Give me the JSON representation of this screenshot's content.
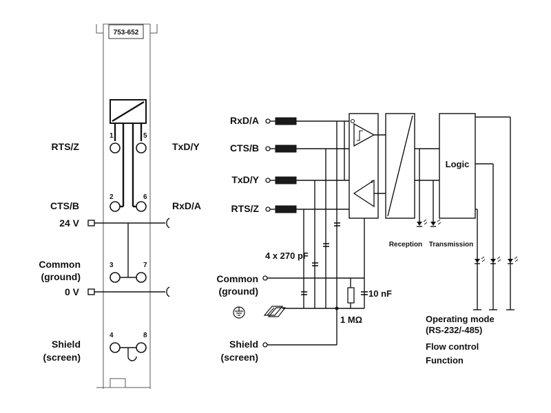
{
  "module": {
    "part_number": "753-652"
  },
  "left_terminals": {
    "rts_z": "RTS/Z",
    "txd_y": "TxD/Y",
    "cts_b": "CTS/B",
    "rxd_a": "RxD/A",
    "supply_24v": "24 V",
    "common": "Common",
    "ground": "(ground)",
    "zero_v": "0 V",
    "shield": "Shield",
    "screen": "(screen)",
    "pins": [
      "1",
      "5",
      "2",
      "6",
      "3",
      "7",
      "4",
      "8"
    ]
  },
  "schematic": {
    "inputs": [
      "RxD/A",
      "CTS/B",
      "TxD/Y",
      "RTS/Z"
    ],
    "common": "Common",
    "ground": "(ground)",
    "shield": "Shield",
    "screen": "(screen)",
    "capacitors": "4 x 270 pF",
    "cap_10nf": "10 nF",
    "resistor_1m": "1 MΩ",
    "logic": "Logic",
    "reception": "Reception",
    "transmission": "Transmission",
    "operating_mode": "Operating mode",
    "operating_mode_detail": "(RS-232/-485)",
    "flow_control": "Flow control",
    "function": "Function"
  }
}
